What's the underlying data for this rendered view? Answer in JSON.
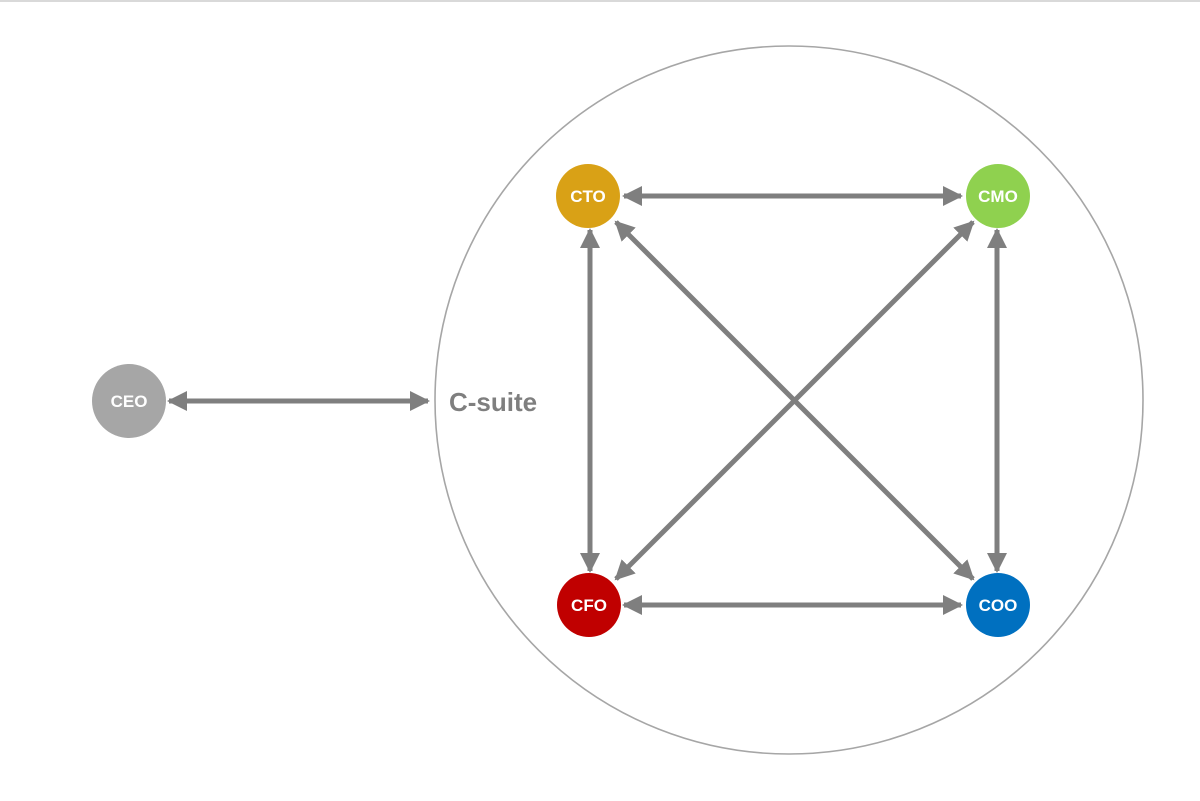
{
  "diagram": {
    "group": {
      "label": "C-suite",
      "label_color": "#7f7f7f",
      "border_color": "#a6a6a6"
    },
    "nodes": {
      "ceo": {
        "label": "CEO",
        "color": "#a6a6a6"
      },
      "cto": {
        "label": "CTO",
        "color": "#d9a116"
      },
      "cmo": {
        "label": "CMO",
        "color": "#8fd14f"
      },
      "cfo": {
        "label": "CFO",
        "color": "#c00000"
      },
      "coo": {
        "label": "COO",
        "color": "#0070c0"
      }
    },
    "edges": [
      {
        "from": "CEO",
        "to": "C-suite",
        "direction": "both"
      },
      {
        "from": "CTO",
        "to": "CMO",
        "direction": "both"
      },
      {
        "from": "CFO",
        "to": "COO",
        "direction": "both"
      },
      {
        "from": "CTO",
        "to": "CFO",
        "direction": "both"
      },
      {
        "from": "CMO",
        "to": "COO",
        "direction": "both"
      },
      {
        "from": "CTO",
        "to": "COO",
        "direction": "both"
      },
      {
        "from": "CMO",
        "to": "CFO",
        "direction": "both"
      }
    ],
    "edge_color": "#7f7f7f"
  }
}
